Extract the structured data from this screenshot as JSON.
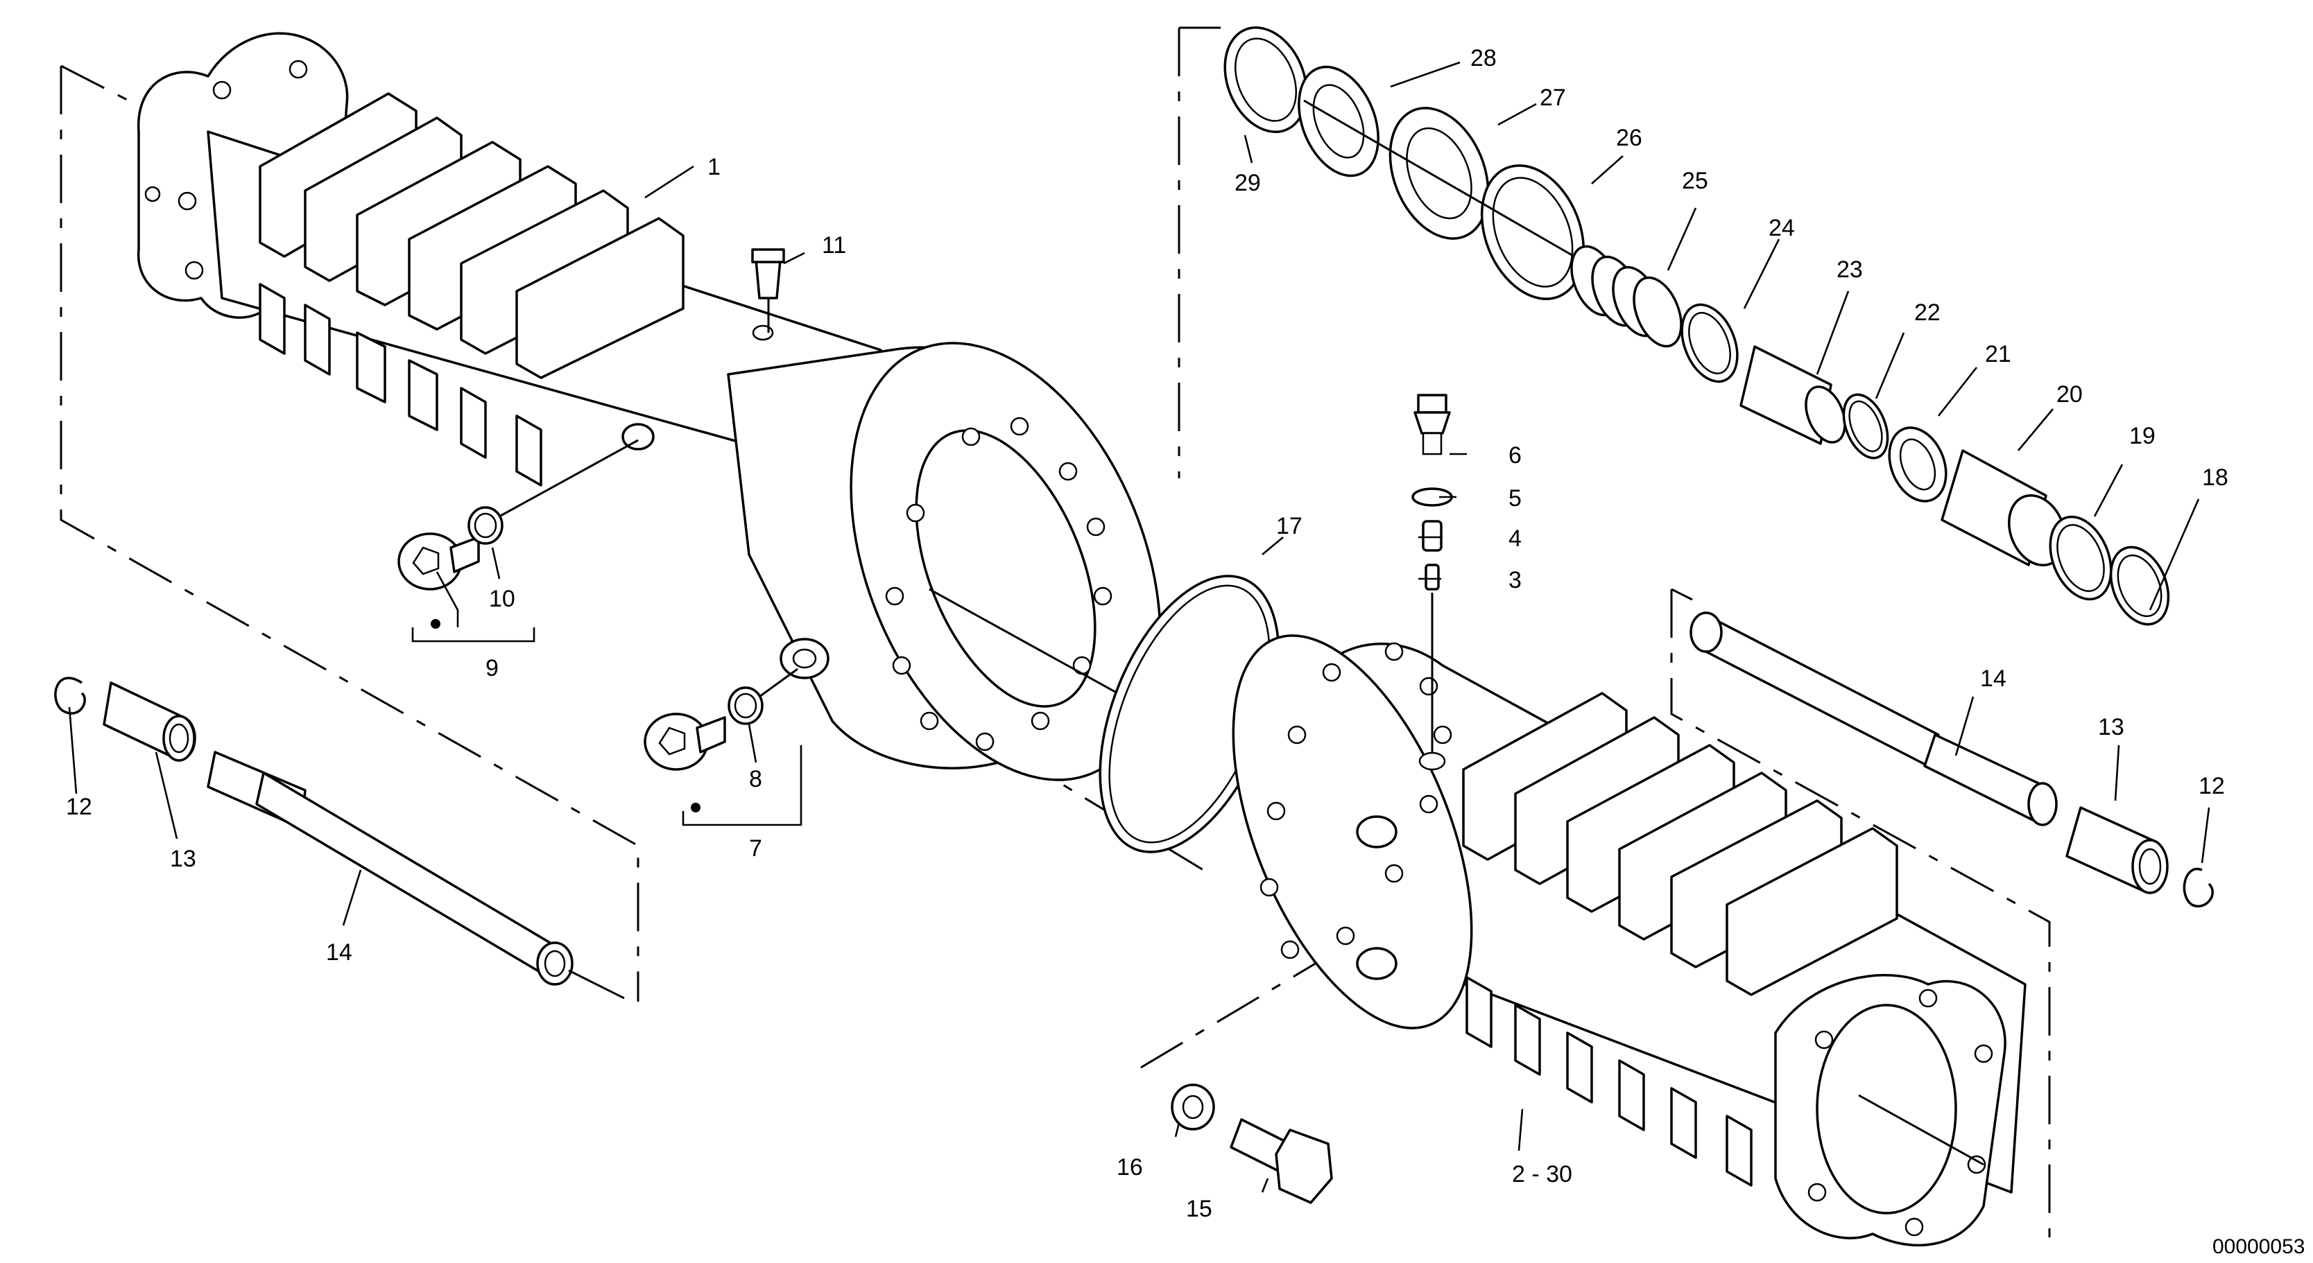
{
  "document_number": "00000053",
  "callouts": {
    "c1": "1",
    "c3": "3",
    "c4": "4",
    "c5": "5",
    "c6": "6",
    "c7": "7",
    "c8": "8",
    "c9": "9",
    "c10": "10",
    "c11": "11",
    "c12_left": "12",
    "c12_right": "12",
    "c13_left": "13",
    "c13_right": "13",
    "c14_left": "14",
    "c14_right": "14",
    "c15": "15",
    "c16": "16",
    "c17": "17",
    "c18": "18",
    "c19": "19",
    "c20": "20",
    "c21": "21",
    "c22": "22",
    "c23": "23",
    "c24": "24",
    "c25": "25",
    "c26": "26",
    "c27": "27",
    "c28": "28",
    "c29": "29",
    "c2_30": "2 - 30"
  }
}
